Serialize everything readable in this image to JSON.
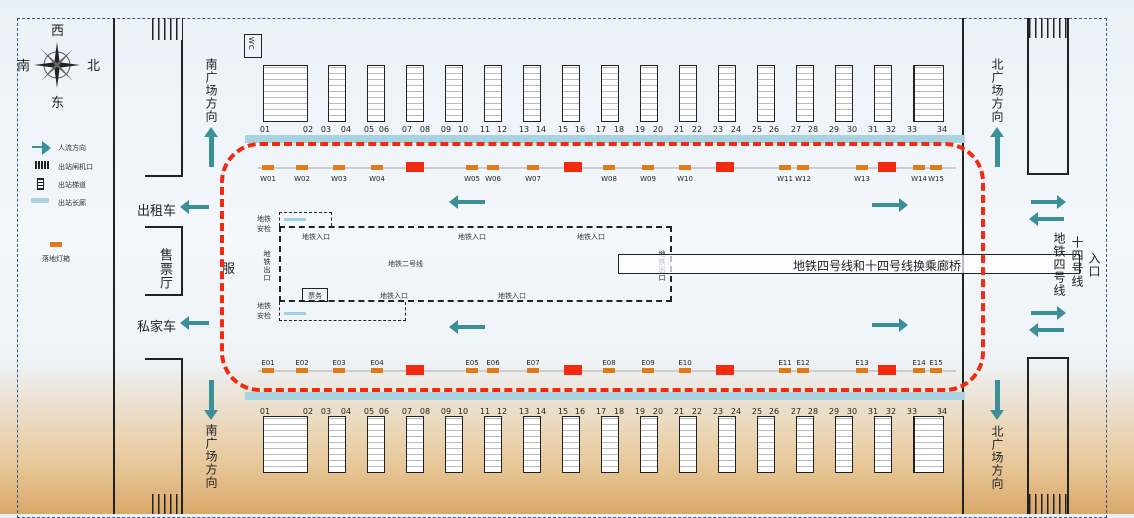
{
  "compass": {
    "west": "西",
    "south": "南",
    "north": "北",
    "east": "东"
  },
  "legend": [
    {
      "icon": "arrow-icon",
      "label": "人流方向"
    },
    {
      "icon": "gate-icon",
      "label": "出站闸机口"
    },
    {
      "icon": "stairs-icon",
      "label": "出站梯道"
    },
    {
      "icon": "corridor-icon",
      "label": "出站长廊"
    },
    {
      "icon": "lightbox-icon",
      "label": "落地灯箱"
    }
  ],
  "labels": {
    "south_plaza": "南广场方向",
    "north_plaza": "北广场方向",
    "wc": "WC",
    "taxi": "出租车",
    "ticket_hall": "售票厅",
    "private_car": "私家车",
    "service": "服",
    "metro_security": "地铁安检",
    "metro_entrance": "地铁入口",
    "metro_exit": "地铁出口",
    "metro_line2": "地铁二号线",
    "ticket_service": "票务",
    "transfer_bridge": "地铁四号线和十四号线换乘廊桥",
    "line4": "地铁四号线",
    "line14": "十四号线",
    "entrance": "入口"
  },
  "platforms": [
    "01",
    "02",
    "03",
    "04",
    "05",
    "06",
    "07",
    "08",
    "09",
    "10",
    "11",
    "12",
    "13",
    "14",
    "15",
    "16",
    "17",
    "18",
    "19",
    "20",
    "21",
    "22",
    "23",
    "24",
    "25",
    "26",
    "27",
    "28",
    "29",
    "30",
    "31",
    "32",
    "33",
    "34"
  ],
  "west_lightboxes": [
    "W01",
    "W02",
    "W03",
    "W04",
    "W05",
    "W06",
    "W07",
    "W08",
    "W09",
    "W10",
    "W11",
    "W12",
    "W13",
    "W14",
    "W15"
  ],
  "east_lightboxes": [
    "E01",
    "E02",
    "E03",
    "E04",
    "E05",
    "E06",
    "E07",
    "E08",
    "E09",
    "E10",
    "E11",
    "E12",
    "E13",
    "E14",
    "E15"
  ],
  "colors": {
    "highlight": "#f22a10",
    "lightbox": "#e07b1a",
    "arrow": "#3a8f98"
  }
}
